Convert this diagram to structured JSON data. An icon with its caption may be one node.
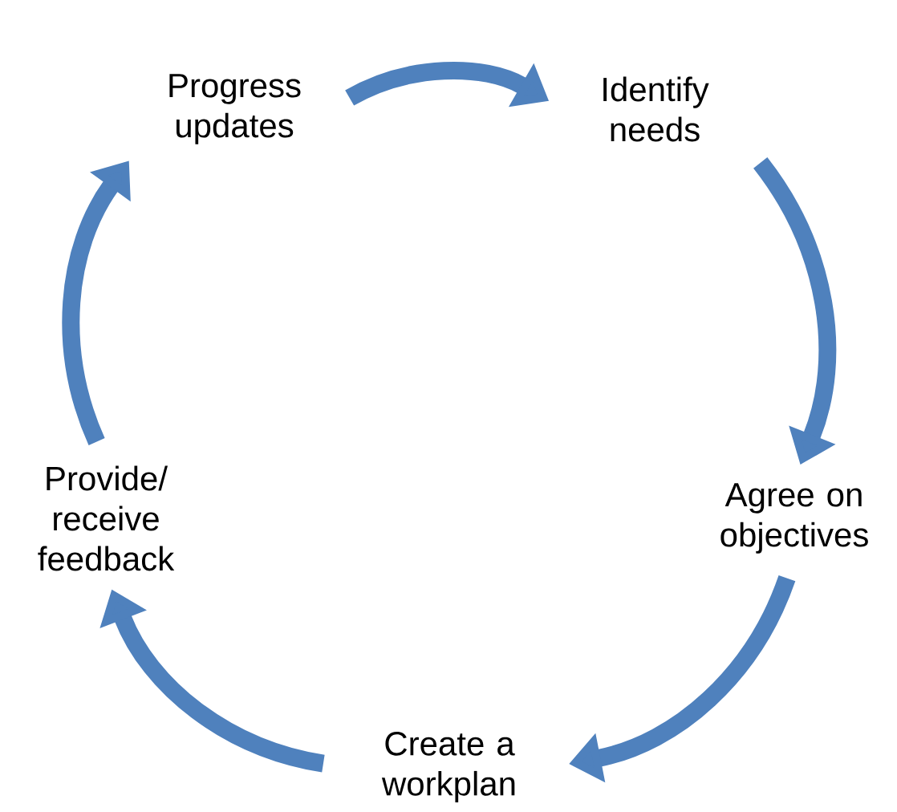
{
  "diagram": {
    "nodes": [
      {
        "text": [
          "Identify needs"
        ]
      },
      {
        "text": [
          "Agree on objectives"
        ]
      },
      {
        "text": [
          "Create a workplan"
        ]
      },
      {
        "text": [
          "Provide/ receive feedback"
        ]
      },
      {
        "text": [
          "Progress updates"
        ]
      }
    ],
    "edges": [
      {
        "from": 4,
        "to": 0,
        "arrow": "to"
      },
      {
        "from": 0,
        "to": 1,
        "arrow": "to"
      },
      {
        "from": 1,
        "to": 2,
        "arrow": "to"
      },
      {
        "from": 2,
        "to": 3,
        "arrow": "to"
      },
      {
        "from": 3,
        "to": 4,
        "arrow": "to"
      }
    ]
  }
}
